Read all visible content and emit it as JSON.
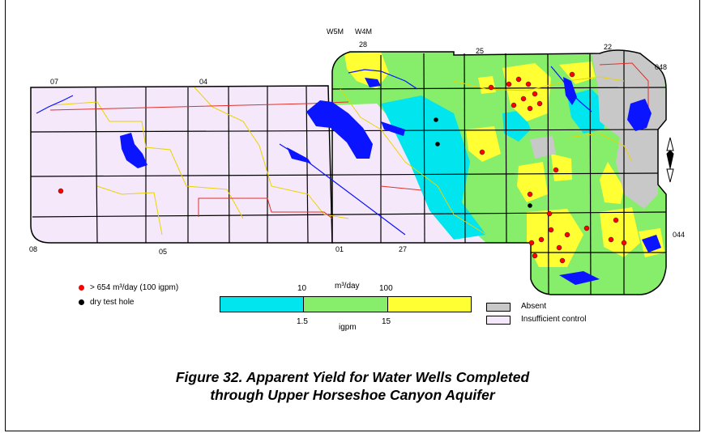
{
  "map": {
    "township_labels": {
      "t07": "07",
      "t04": "04",
      "t08": "08",
      "t05": "05",
      "t01": "01",
      "t27": "27",
      "t28": "28",
      "t25": "25",
      "t22": "22",
      "t048": "048",
      "t044": "044"
    },
    "meridian_labels": {
      "w5m": "W5M",
      "w4m": "W4M"
    },
    "colors": {
      "cyan": "#00e5ee",
      "green": "#86ee6a",
      "yellow": "#ffff33",
      "absent_gray": "#c8c8c8",
      "insufficient": "#f6e8fb",
      "water_blue": "#0a14ff",
      "well_red": "#ff0000",
      "dry_black": "#000000"
    },
    "north_arrow_icon": "north-arrow-icon"
  },
  "legend": {
    "high_yield_label": "> 654 m³/day (100 igpm)",
    "dry_hole_label": "dry test hole",
    "unit_top": "m³/day",
    "unit_bottom": "igpm",
    "tick_10": "10",
    "tick_100": "100",
    "tick_1_5": "1.5",
    "tick_15": "15",
    "absent_label": "Absent",
    "insufficient_label": "Insufficient control"
  },
  "figure": {
    "title_line1": "Figure 32. Apparent Yield for Water Wells Completed",
    "title_line2": "through Upper Horseshoe Canyon Aquifer"
  }
}
